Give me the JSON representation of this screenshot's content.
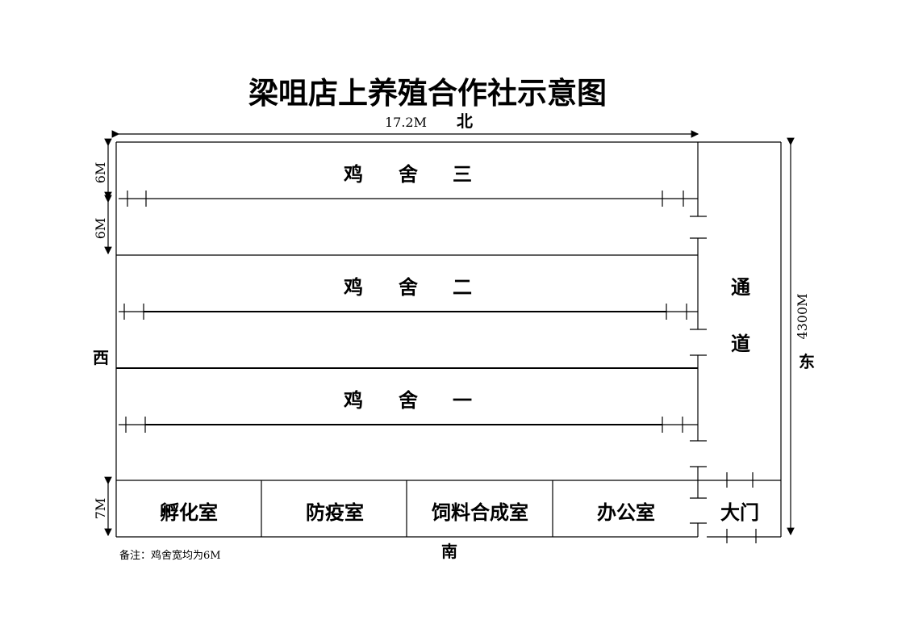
{
  "title": "梁咀店上养殖合作社示意图",
  "top_dimension": "17.2M",
  "directions": {
    "north": "北",
    "south": "南",
    "west": "西",
    "east": "东"
  },
  "right_dimension": "4300M",
  "side_dimensions": {
    "upper_1": "6M",
    "upper_2": "6M",
    "bottom": "7M"
  },
  "houses": {
    "house_3": [
      "鸡",
      "舍",
      "三"
    ],
    "house_2": [
      "鸡",
      "舍",
      "二"
    ],
    "house_1": [
      "鸡",
      "舍",
      "一"
    ]
  },
  "passage": [
    "通",
    "道"
  ],
  "rooms": [
    "孵化室",
    "防疫室",
    "饲料合成室",
    "办公室"
  ],
  "gate": "大门",
  "note": "备注：鸡舍宽均为6M"
}
